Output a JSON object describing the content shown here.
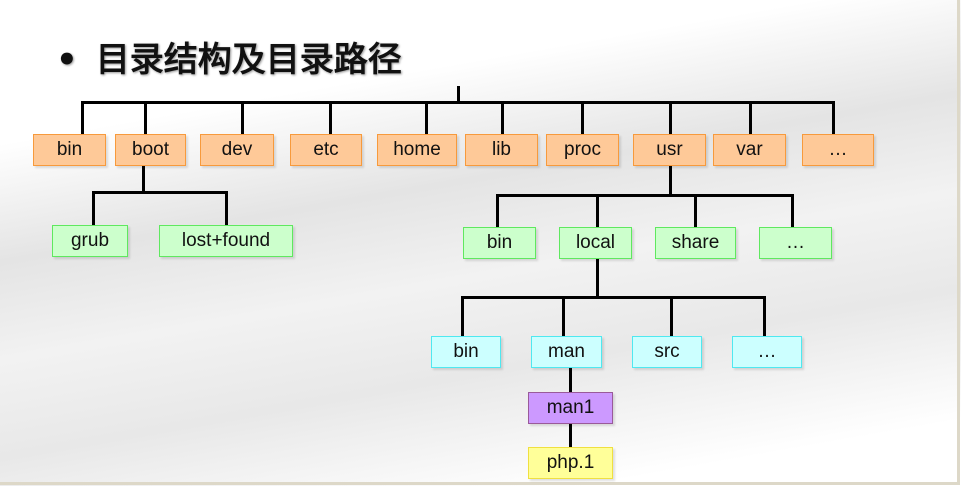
{
  "title": "目录结构及目录路径",
  "bullet": "•",
  "root_children": [
    "bin",
    "boot",
    "dev",
    "etc",
    "home",
    "lib",
    "proc",
    "usr",
    "var",
    "…"
  ],
  "boot_children": [
    "grub",
    "lost+found"
  ],
  "usr_children": [
    "bin",
    "local",
    "share",
    "…"
  ],
  "local_children": [
    "bin",
    "man",
    "src",
    "…"
  ],
  "man_children": [
    "man1"
  ],
  "man1_children": [
    "php.1"
  ],
  "colors": {
    "level1": "#fec998",
    "level2": "#ccffcc",
    "level3": "#ccffff",
    "man1": "#cc99ff",
    "php": "#ffff99"
  }
}
